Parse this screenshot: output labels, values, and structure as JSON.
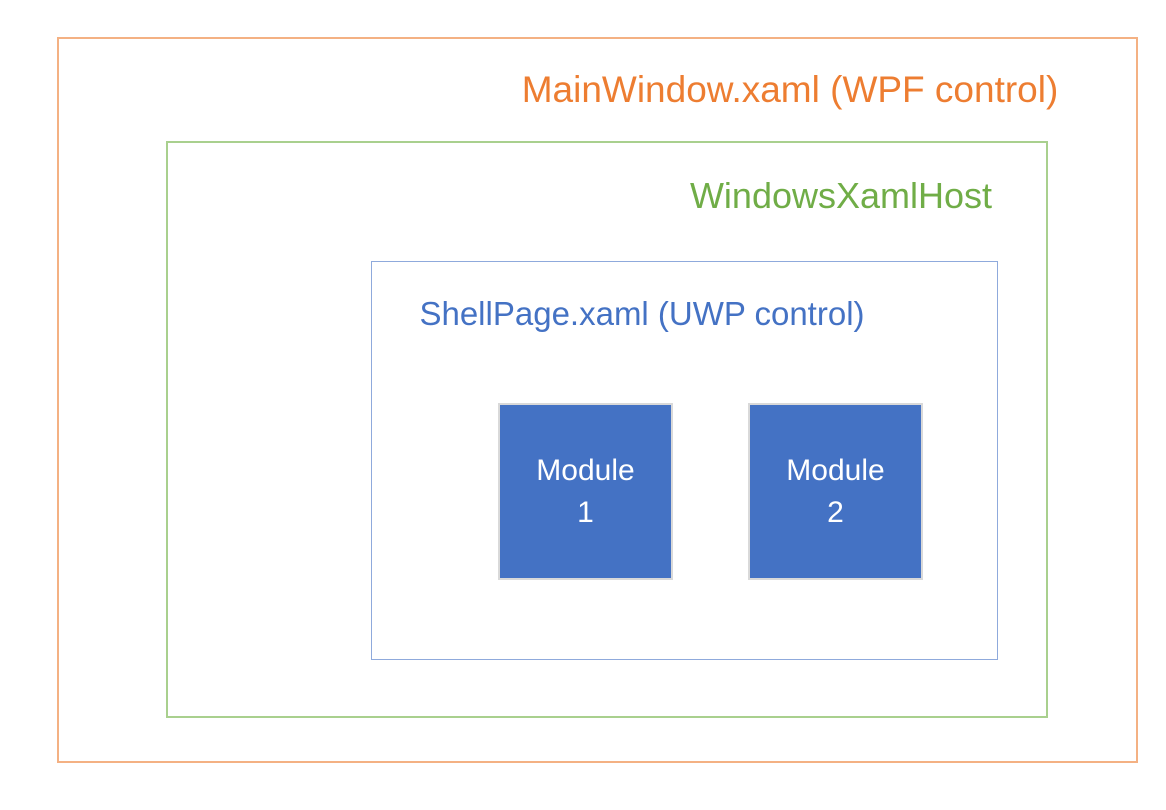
{
  "diagram": {
    "outer_box": {
      "label": "MainWindow.xaml (WPF control)",
      "border_color": "#F4B183",
      "text_color": "#ED7D31"
    },
    "host_box": {
      "label": "WindowsXamlHost",
      "border_color": "#A9D08E",
      "text_color": "#70AD47"
    },
    "shell_box": {
      "label": "ShellPage.xaml (UWP control)",
      "border_color": "#8FAADC",
      "text_color": "#4472C4"
    },
    "modules": [
      {
        "label": "Module\n1",
        "fill_color": "#4472C4",
        "text_color": "#FFFFFF"
      },
      {
        "label": "Module\n2",
        "fill_color": "#4472C4",
        "text_color": "#FFFFFF"
      }
    ]
  },
  "colors": {
    "orange-border": "#F4B183",
    "orange-text": "#ED7D31",
    "green-border": "#A9D08E",
    "green-text": "#70AD47",
    "blue-border": "#8FAADC",
    "blue-text": "#4472C4",
    "module-fill": "#4472C4",
    "module-border": "#D9D9D9",
    "module-text": "#FFFFFF",
    "canvas-bg": "#FFFFFF"
  }
}
